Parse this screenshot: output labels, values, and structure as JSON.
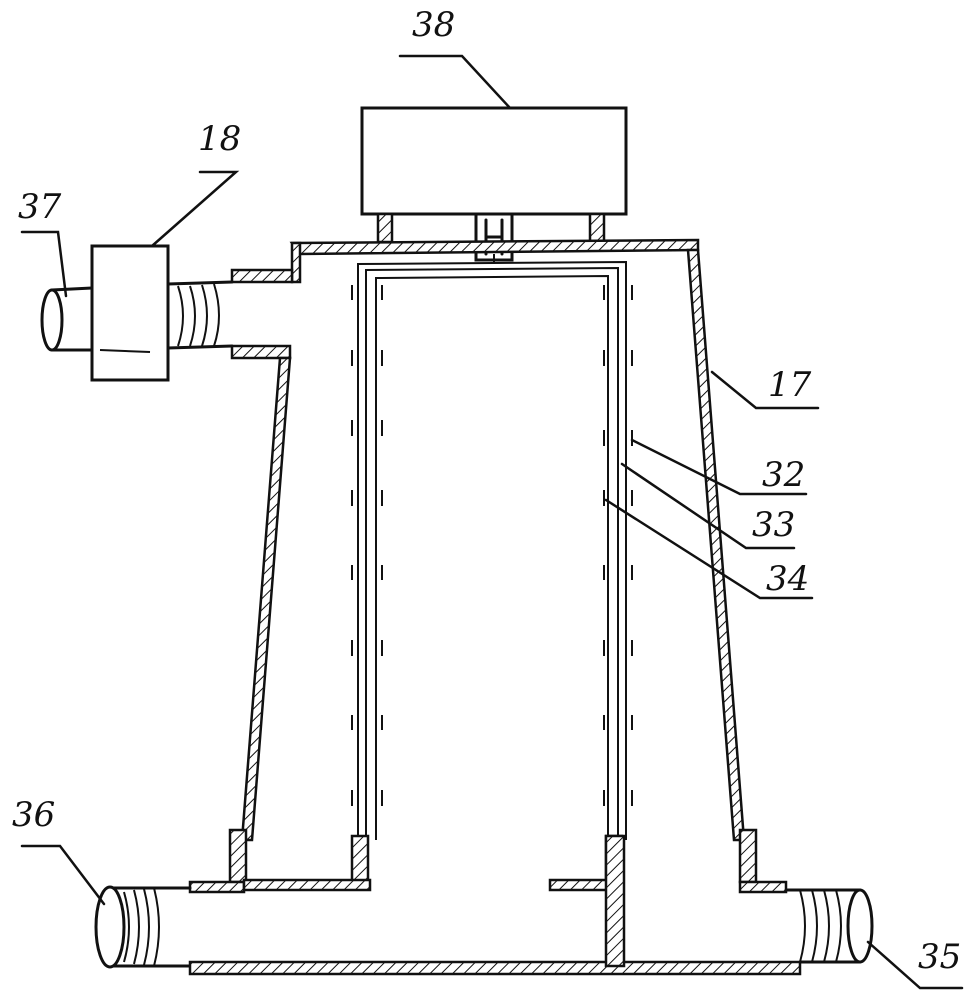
{
  "diagram": {
    "labels": {
      "motor": "38",
      "pump": "18",
      "inlet_pipe_small": "37",
      "housing": "17",
      "part_32": "32",
      "part_33": "33",
      "part_34": "34",
      "inlet_pipe_left": "36",
      "outlet_pipe_right": "35"
    }
  }
}
